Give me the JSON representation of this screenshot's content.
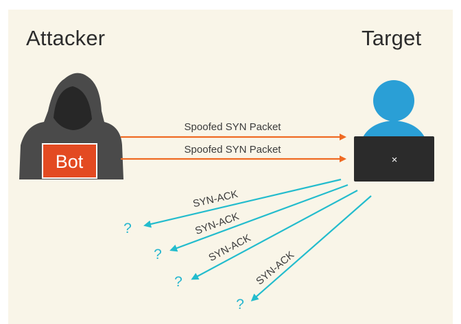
{
  "attacker": {
    "title": "Attacker",
    "bot_label": "Bot"
  },
  "target": {
    "title": "Target",
    "screen_symbol": "×"
  },
  "packets": [
    {
      "label": "Spoofed SYN Packet"
    },
    {
      "label": "Spoofed SYN Packet"
    }
  ],
  "responses": [
    {
      "label": "SYN-ACK",
      "destination": "?"
    },
    {
      "label": "SYN-ACK",
      "destination": "?"
    },
    {
      "label": "SYN-ACK",
      "destination": "?"
    },
    {
      "label": "SYN-ACK",
      "destination": "?"
    }
  ],
  "icons": {
    "attacker": "hooded-attacker-icon",
    "target": "user-at-laptop-icon"
  },
  "colors": {
    "background": "#f9f5e8",
    "bot_box": "#e34a22",
    "packet_arrow": "#ef6a22",
    "response_arrow": "#23bccd",
    "question_mark": "#27b6cf",
    "target_person": "#2a9fd6",
    "laptop": "#2b2b2b",
    "hood": "#4a4a4a"
  }
}
